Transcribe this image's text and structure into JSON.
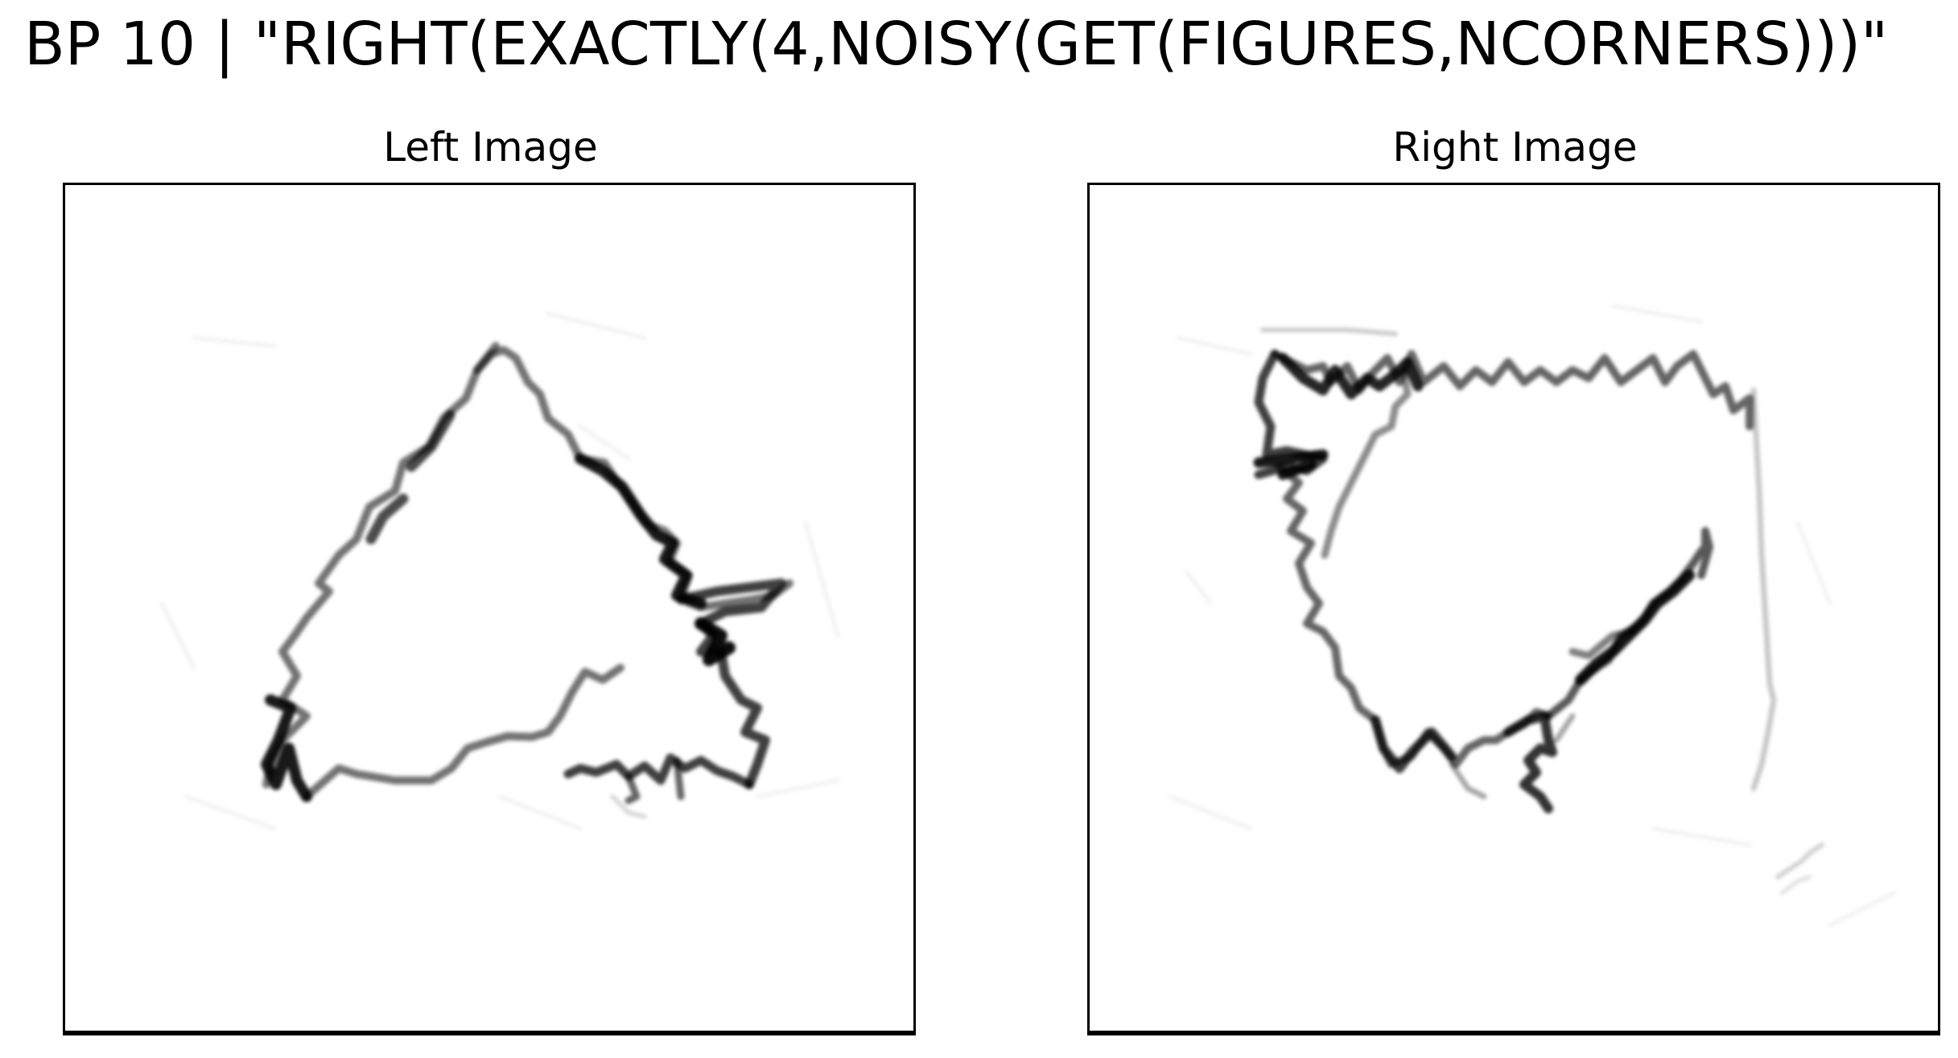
{
  "figure": {
    "title": "BP 10 | \"RIGHT(EXACTLY(4,NOISY(GET(FIGURES,NCORNERS)))\""
  },
  "panels": {
    "left": {
      "title": "Left Image",
      "figure": "noisy-triangle"
    },
    "right": {
      "title": "Right Image",
      "figure": "noisy-quadrilateral"
    }
  },
  "colors": {
    "background": "#ffffff",
    "stroke": "#000000",
    "frame": "#000000"
  }
}
